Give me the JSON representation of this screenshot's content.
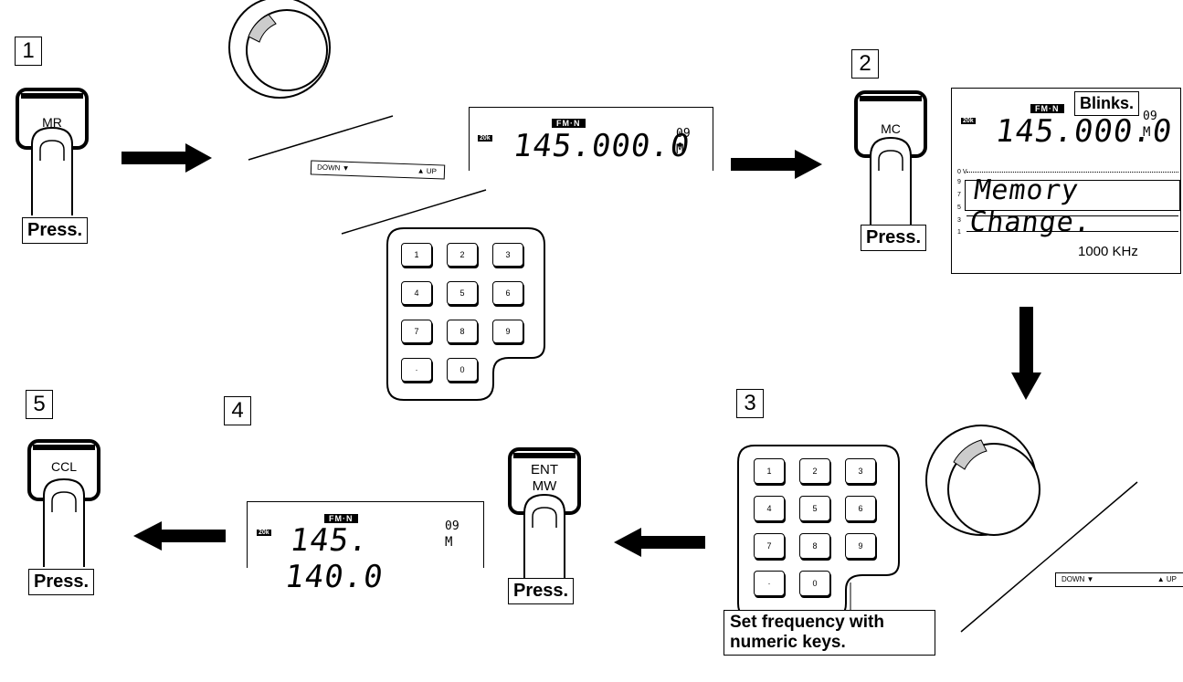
{
  "steps": {
    "s1": "1",
    "s2": "2",
    "s3": "3",
    "s4": "4",
    "s5": "5"
  },
  "buttons": {
    "mr": "MR",
    "mc": "MC",
    "ent_line1": "ENT",
    "ent_line2": "MW",
    "ccl": "CCL"
  },
  "labels": {
    "press": "Press.",
    "blinks": "Blinks.",
    "set_frequency_line1": "Set frequency with",
    "set_frequency_line2": "numeric keys."
  },
  "display_step1": {
    "mode": "FM·N",
    "step": "20k",
    "frequency": "145.000.0",
    "channel": "09",
    "memory_marker": "M"
  },
  "display_step2": {
    "mode": "FM·N",
    "step": "20k",
    "frequency": "145.000.0",
    "channel": "09",
    "memory_marker": "M",
    "scope_text": "Memory Change.",
    "span": "1000 KHz",
    "scale": [
      "0 V",
      "9",
      "7",
      "5",
      "3",
      "1"
    ]
  },
  "display_step4": {
    "mode": "FM·N",
    "step": "20k",
    "frequency": "145. 140.0",
    "channel": "09",
    "memory_marker": "M"
  },
  "dial_bar": {
    "down": "DOWN ▼",
    "up": "▲ UP"
  },
  "keypad_keys": [
    "1",
    "2",
    "3",
    "4",
    "5",
    "6",
    "7",
    "8",
    "9",
    "·",
    "0"
  ]
}
